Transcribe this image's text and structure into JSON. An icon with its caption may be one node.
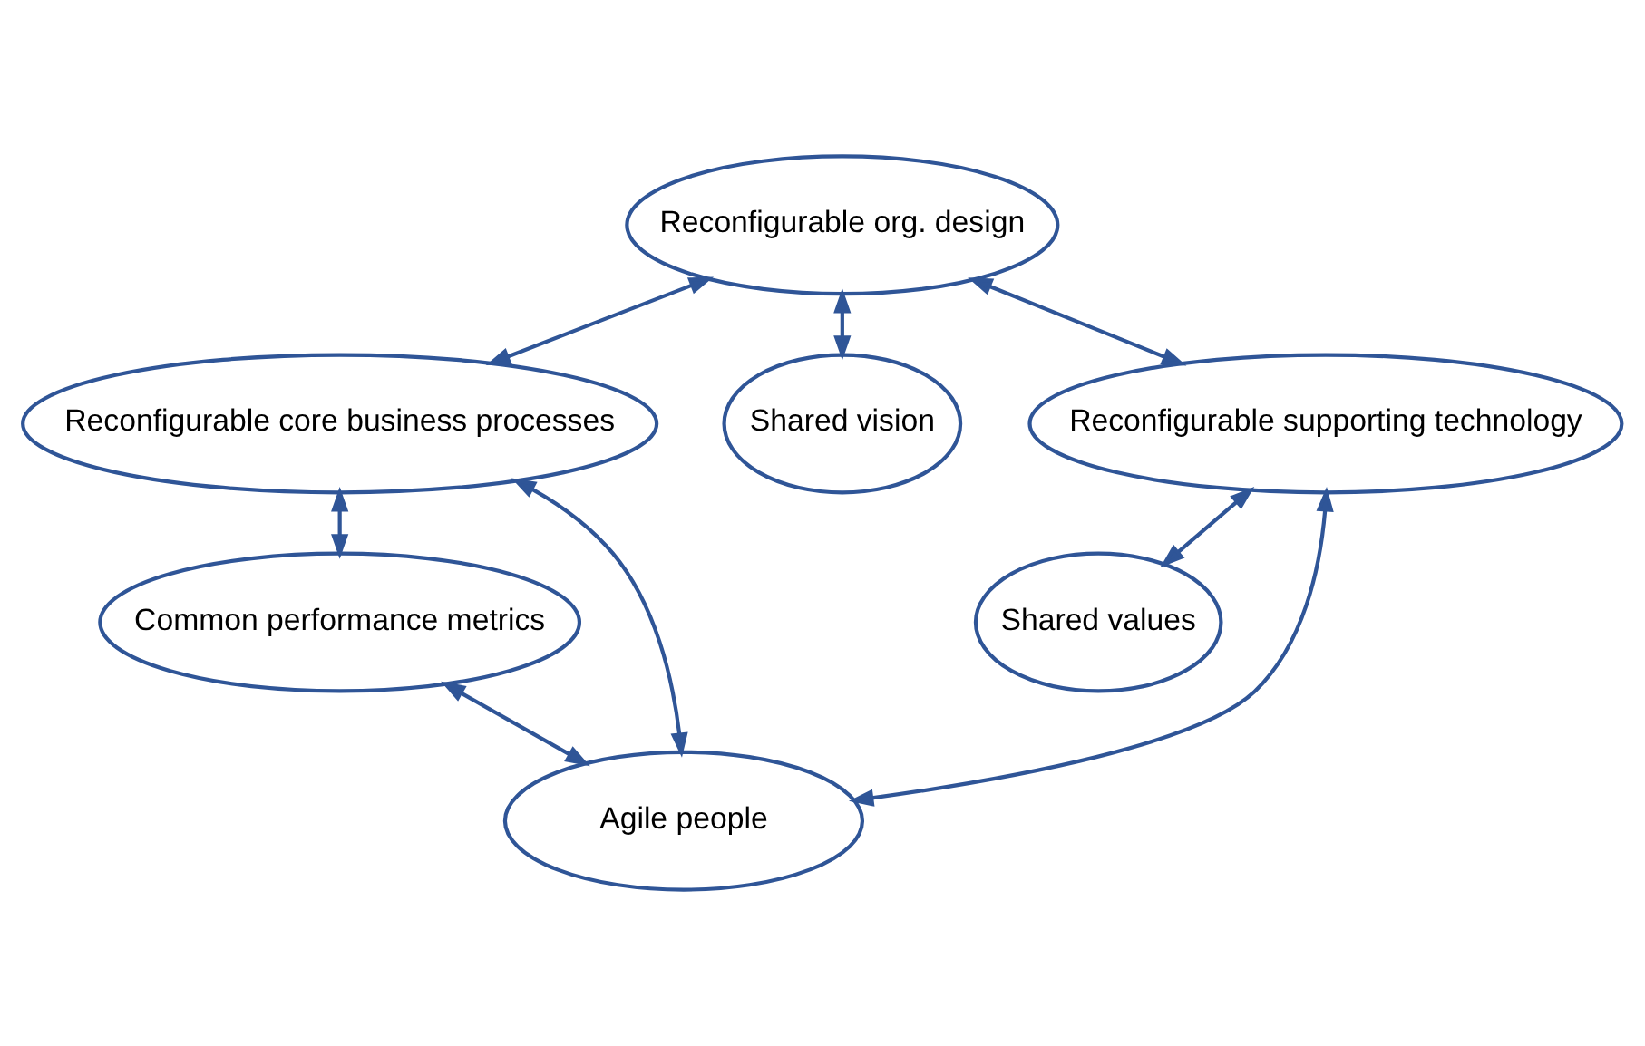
{
  "diagram": {
    "nodes": [
      {
        "text": [
          "Reconfigurable org. design"
        ]
      },
      {
        "text": [
          "Reconfigurable core business processes"
        ]
      },
      {
        "text": [
          "Shared vision"
        ]
      },
      {
        "text": [
          "Reconfigurable supporting technology"
        ]
      },
      {
        "text": [
          "Common performance metrics"
        ]
      },
      {
        "text": [
          "Shared values"
        ]
      },
      {
        "text": [
          "Agile people"
        ]
      }
    ],
    "edges": [
      {
        "from": 0,
        "to": 1,
        "arrow": "both"
      },
      {
        "from": 0,
        "to": 2,
        "arrow": "both"
      },
      {
        "from": 0,
        "to": 3,
        "arrow": "both"
      },
      {
        "from": 1,
        "to": 4,
        "arrow": "both"
      },
      {
        "from": 5,
        "to": 3,
        "arrow": "both"
      },
      {
        "from": 4,
        "to": 6,
        "arrow": "both"
      },
      {
        "from": 1,
        "to": 6,
        "arrow": "both"
      },
      {
        "from": 6,
        "to": 3,
        "arrow": "both"
      }
    ]
  }
}
